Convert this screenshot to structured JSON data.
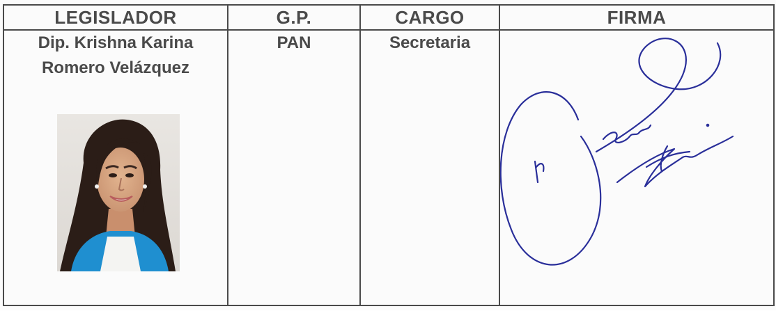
{
  "table": {
    "headers": {
      "legislador": "LEGISLADOR",
      "gp": "G.P.",
      "cargo": "CARGO",
      "firma": "FIRMA"
    },
    "rows": [
      {
        "name_line1": "Dip. Krishna Karina",
        "name_line2": "Romero Velázquez",
        "gp": "PAN",
        "cargo": "Secretaria",
        "photo": "portrait-photo",
        "signature": "handwritten-signature"
      }
    ]
  },
  "colors": {
    "ink_text": "#4a4a4a",
    "signature_ink": "#2a2f9a",
    "border": "#4a4a4a"
  }
}
